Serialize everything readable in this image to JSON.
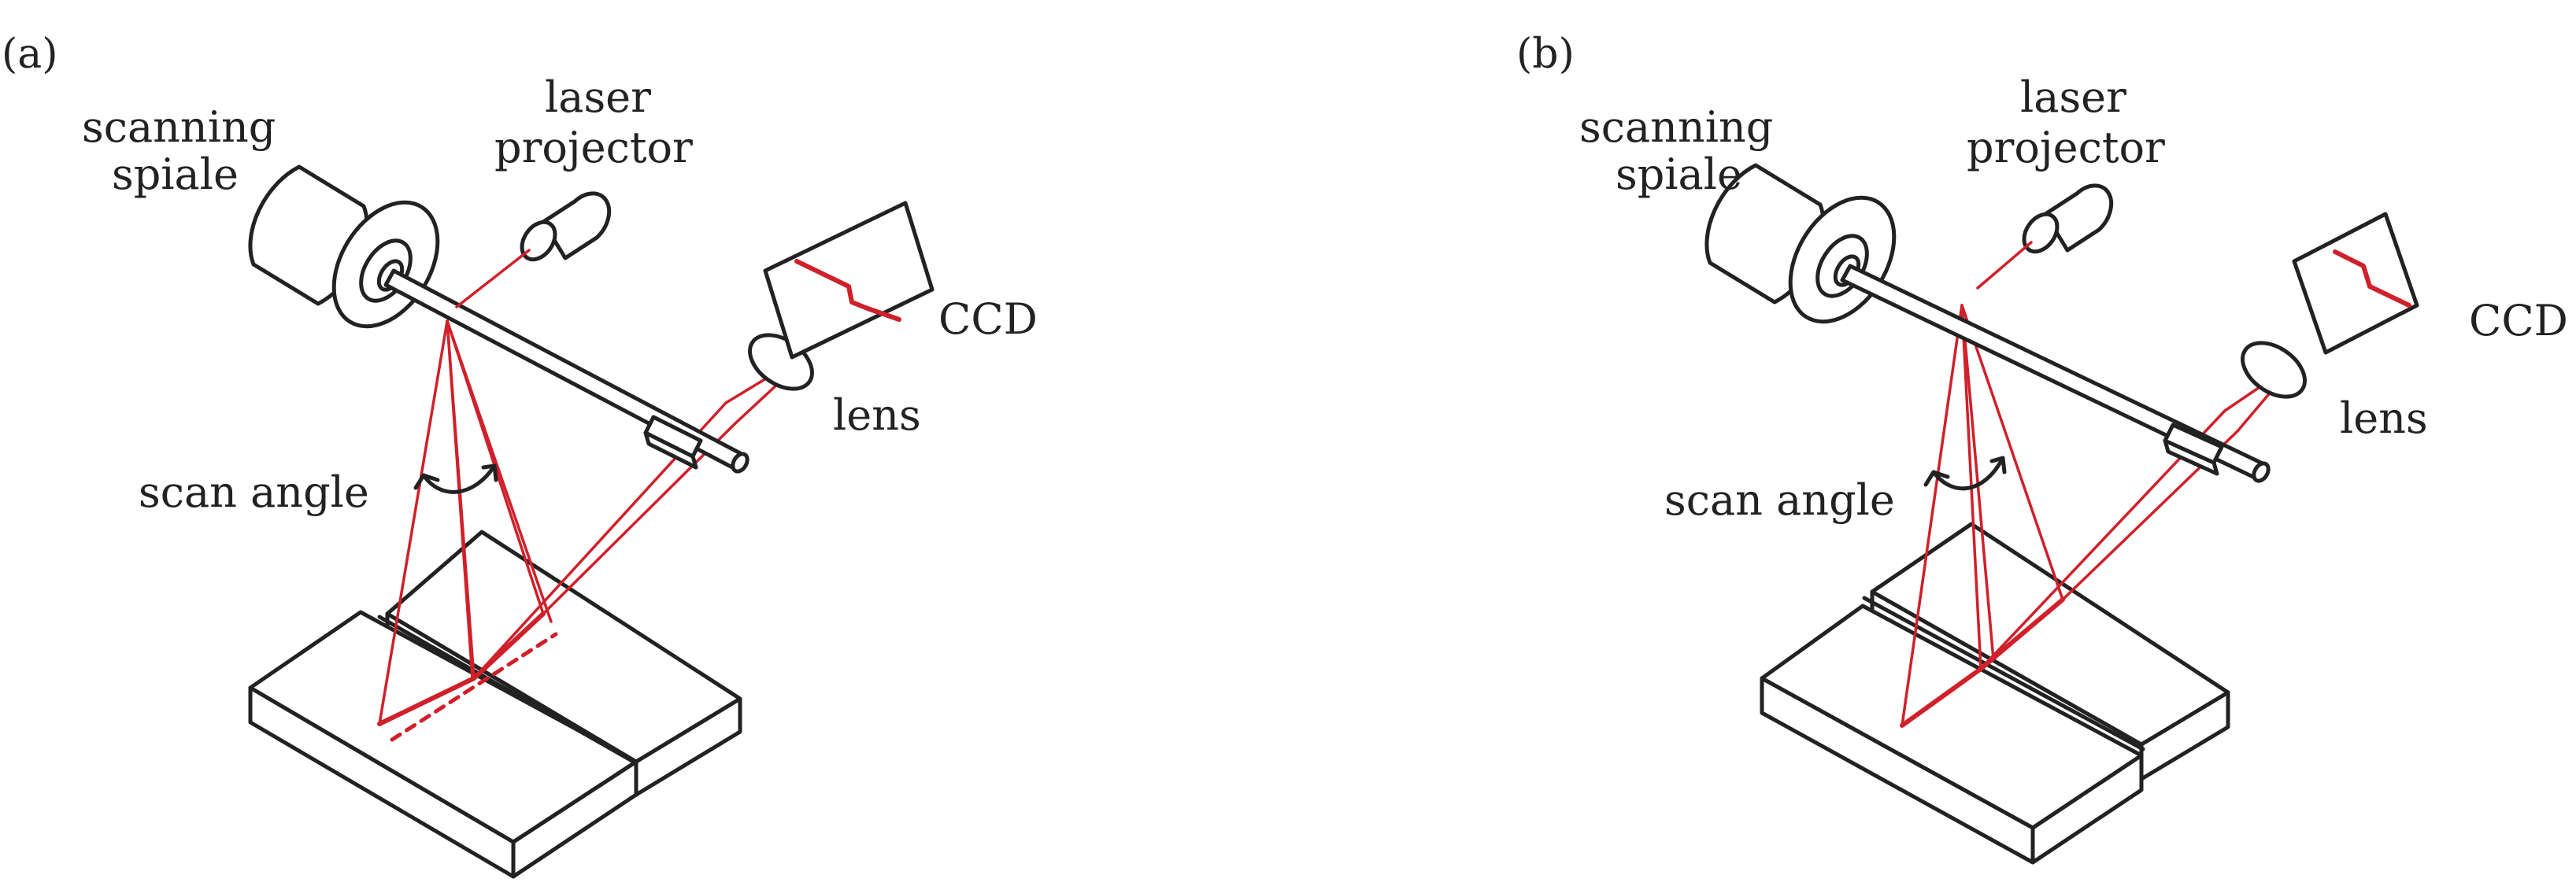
{
  "colors": {
    "ink": "#222222",
    "laser": "#d0202a",
    "background": "#ffffff"
  },
  "panel_a": {
    "panel_label": "(a)",
    "scanning_spindle_label_line1": "scanning",
    "scanning_spindle_label_line2": "spiale",
    "laser_projector_label_line1": "laser",
    "laser_projector_label_line2": "projector",
    "ccd_label": "CCD",
    "lens_label": "lens",
    "scan_angle_label": "scan angle"
  },
  "panel_b": {
    "panel_label": "(b)",
    "scanning_spindle_label_line1": "scanning",
    "scanning_spindle_label_line2": "spiale",
    "laser_projector_label_line1": "laser",
    "laser_projector_label_line2": "projector",
    "ccd_label": "CCD",
    "lens_label": "lens",
    "scan_angle_label": "scan angle"
  }
}
